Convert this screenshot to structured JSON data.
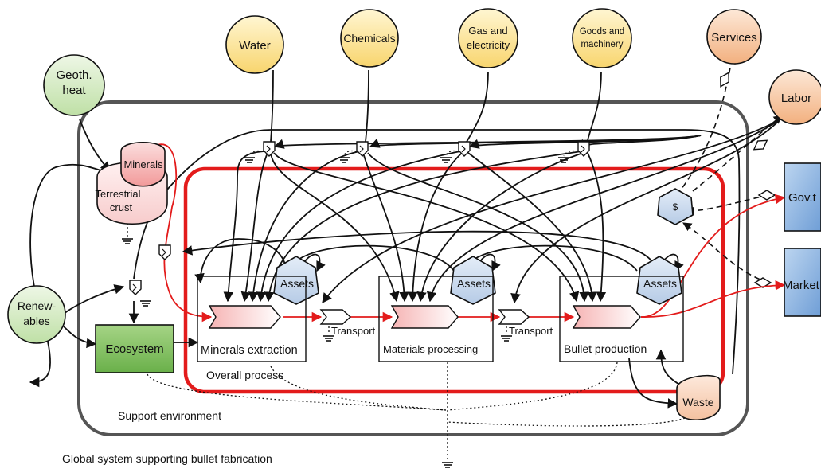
{
  "sources": {
    "geoth_heat": [
      "Geoth.",
      "heat"
    ],
    "renewables": [
      "Renew-",
      "ables"
    ],
    "water": "Water",
    "chemicals": "Chemicals",
    "gas": [
      "Gas and",
      "electricity"
    ],
    "goods": [
      "Goods and",
      "machinery"
    ],
    "services": "Services",
    "labor": "Labor"
  },
  "storages": {
    "minerals": "Minerals",
    "crust": [
      "Terrestrial",
      "crust"
    ],
    "assets": "Assets",
    "money": "$",
    "waste": "Waste"
  },
  "blocks": {
    "ecosystem": "Ecosystem",
    "gov": "Gov.t",
    "market": "Market"
  },
  "processes": {
    "extraction": "Minerals extraction",
    "materials": "Materials processing",
    "bullet": "Bullet production",
    "transport": "Transport"
  },
  "frames": {
    "overall": "Overall process",
    "support": "Support environment",
    "global": "Global system supporting bullet fabrication"
  },
  "colors": {
    "green_fill": "#d4ebc0",
    "orange_fill": "#f7c9a5",
    "yellow_fill": "#fbe49a",
    "red_frame": "#e31b1b",
    "blue_block": "#7fa9d9",
    "asset_blue": "#c9d8ec",
    "ecosystem_green": "#8cc46a"
  }
}
